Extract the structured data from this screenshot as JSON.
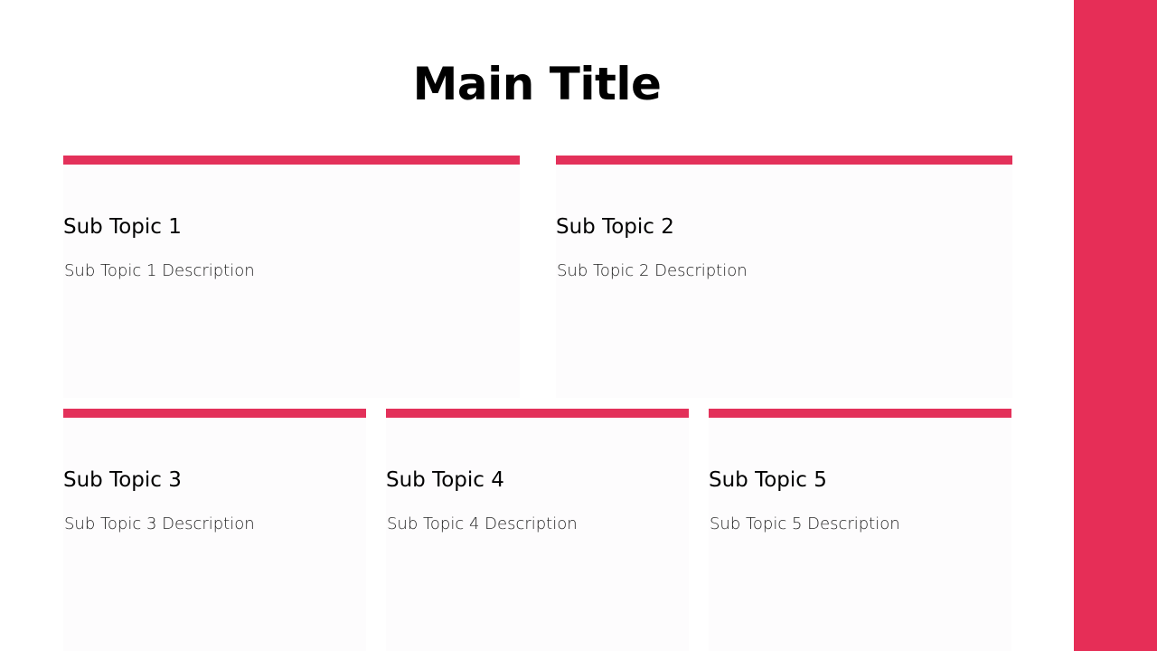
{
  "slide": {
    "title": "Main Title",
    "accent_color": "#e62e57",
    "topics": [
      {
        "heading": "Sub Topic 1",
        "description": "Sub Topic 1 Description"
      },
      {
        "heading": "Sub Topic 2",
        "description": "Sub Topic 2 Description"
      },
      {
        "heading": "Sub Topic 3",
        "description": "Sub Topic 3 Description"
      },
      {
        "heading": "Sub Topic 4",
        "description": "Sub Topic 4 Description"
      },
      {
        "heading": "Sub Topic 5",
        "description": "Sub Topic 5 Description"
      }
    ]
  }
}
